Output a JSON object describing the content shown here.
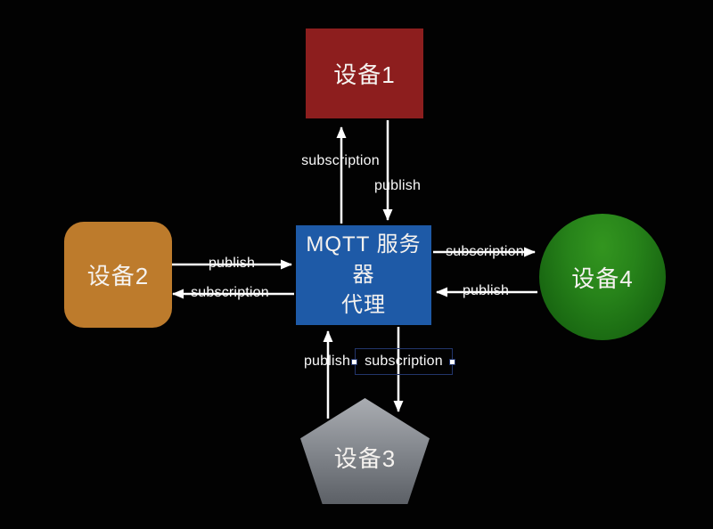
{
  "diagram": {
    "background_color": "#020202",
    "arrow_color": "#ffffff",
    "nodes": {
      "device1": {
        "label": "设备1",
        "shape": "rectangle",
        "fill": "#8d1e1e",
        "text_color": "#f5f2ef"
      },
      "device2": {
        "label": "设备2",
        "shape": "rounded-rectangle",
        "fill": "#bd7b2c",
        "text_color": "#f5f2ef"
      },
      "device3": {
        "label": "设备3",
        "shape": "pentagon",
        "fill_top": "#aaadb2",
        "fill_bottom": "#5c6066",
        "text_color": "#f5f2ef"
      },
      "device4": {
        "label": "设备4",
        "shape": "circle",
        "fill_top": "#33951f",
        "fill_bottom": "#135c0c",
        "text_color": "#f5f2ef"
      },
      "broker": {
        "label_line1": "MQTT 服务器",
        "label_line2": "代理",
        "shape": "rectangle",
        "fill": "#1e5aa7",
        "text_color": "#f5f2ef"
      }
    },
    "edge_labels": {
      "top_subscription": "subscription",
      "top_publish": "publish",
      "left_publish": "publish",
      "left_subscription": "subscription",
      "right_subscription": "subscription",
      "right_publish": "publish",
      "bottom_publish": "publish"
    },
    "selection": {
      "text": "subscription",
      "border_color": "#22356b",
      "handle_color": "#ffffff"
    }
  }
}
